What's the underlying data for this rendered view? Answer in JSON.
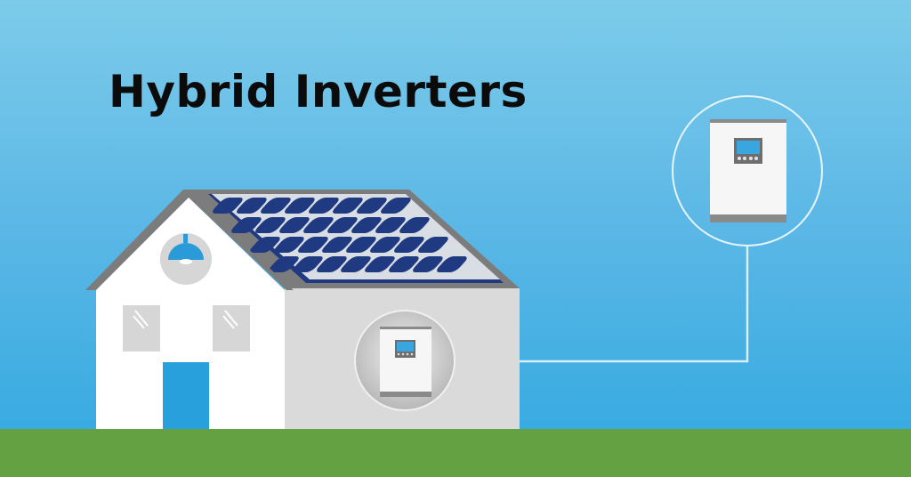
{
  "title": "Hybrid Inverters",
  "colors": {
    "sky_top": "#7ccbea",
    "sky_bottom": "#31a8e0",
    "ground": "#63a142",
    "house_front": "#ffffff",
    "house_side": "#dadada",
    "roof_edge": "#7c7c7c",
    "solar_cell": "#1f3a80",
    "solar_frame": "#d9dde4",
    "door": "#27a0dc",
    "lamp": "#2a9ad8",
    "window": "#d6d6d6",
    "connector_line": "#d8eef9",
    "inverter_body": "#f4f4f4",
    "inverter_bar": "#8a8a8a",
    "inverter_screen": "#3aa6e0"
  },
  "scene": {
    "house": {
      "label": "house-with-solar-roof"
    },
    "inverter_small": {
      "label": "inverter-on-wall"
    },
    "inverter_large": {
      "label": "inverter-zoomed-callout"
    }
  }
}
